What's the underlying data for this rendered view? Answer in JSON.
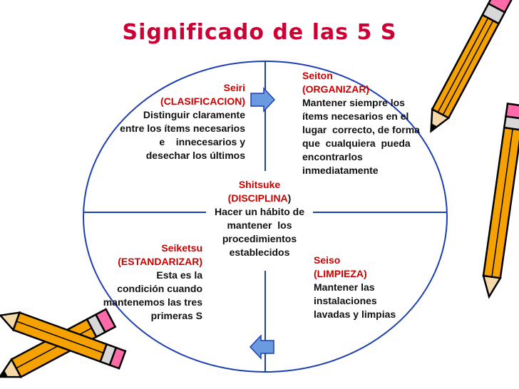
{
  "colors": {
    "title": "#cc0033",
    "accent_red": "#cc0000",
    "line": "#1c3fb0",
    "arrow": "#2e6fd0",
    "text": "#111111"
  },
  "title": "Significado de las 5 S",
  "seiri": {
    "name": "Seiri",
    "sub": "(CLASIFICACION)",
    "desc": [
      "Distinguir claramente",
      "entre los ítems necesarios",
      "e    innecesarios y",
      "desechar los últimos"
    ]
  },
  "seiton": {
    "name": "Seiton",
    "sub": "(ORGANIZAR)",
    "desc": [
      "Mantener siempre los",
      "ítems necesarios en el",
      "lugar  correcto, de forma",
      "que  cualquiera  pueda",
      "encontrarlos",
      "inmediatamente"
    ]
  },
  "shitsuke": {
    "name": "Shitsuke",
    "sub_open": "(",
    "sub": "DISCIPLINA",
    "sub_close": ")",
    "desc": [
      "Hacer un hábito de",
      "mantener  los",
      "procedimientos",
      "establecidos"
    ]
  },
  "seiketsu": {
    "name": "Seiketsu",
    "sub": "(ESTANDARIZAR)",
    "desc": [
      "Esta es la",
      "condición cuando",
      "mantenemos las tres",
      "primeras S"
    ]
  },
  "seiso": {
    "name": "Seiso",
    "sub": "(LIMPIEZA)",
    "desc": [
      "Mantener las",
      "instalaciones",
      "lavadas y limpias"
    ]
  },
  "icons": [
    "pencil-icon",
    "arrow-right-icon",
    "arrow-left-icon"
  ]
}
